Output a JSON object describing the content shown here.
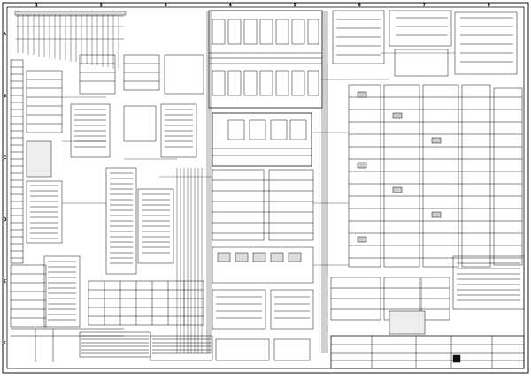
{
  "sheet": {
    "border_columns": [
      "1",
      "2",
      "3",
      "4",
      "5",
      "6",
      "7",
      "8"
    ],
    "border_rows": [
      "A",
      "B",
      "C",
      "D",
      "E",
      "F"
    ],
    "ink_color": "#111111",
    "paper_color": "#ffffff"
  }
}
